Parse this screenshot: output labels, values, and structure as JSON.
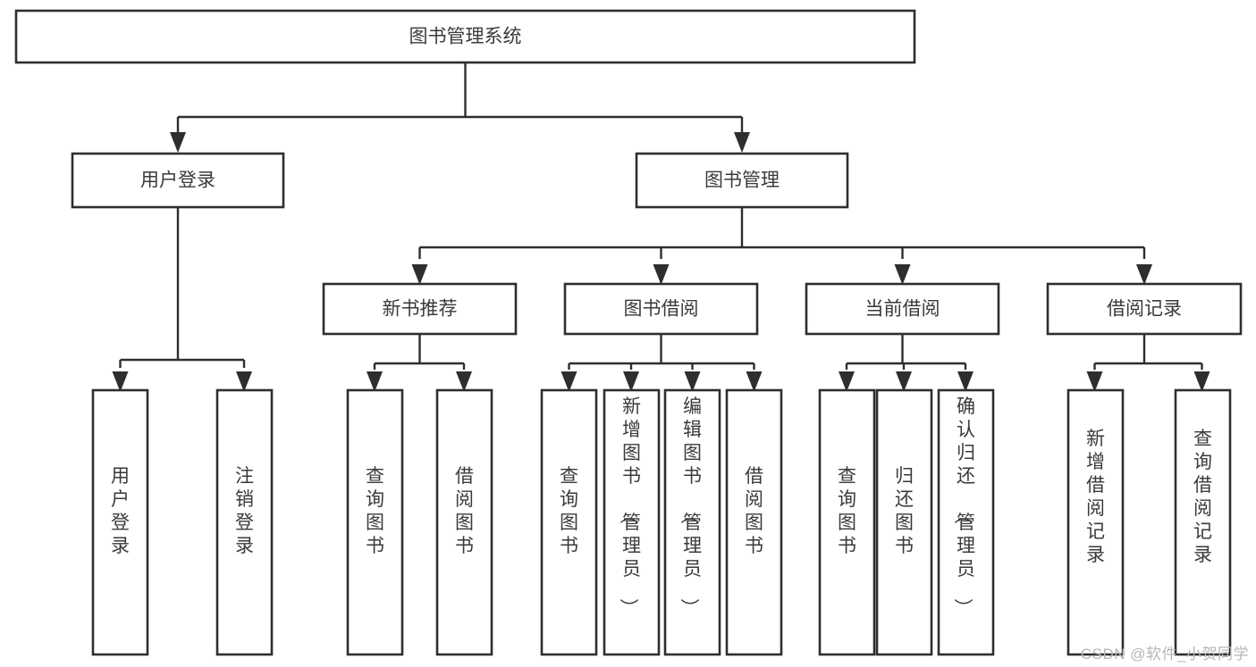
{
  "diagram": {
    "type": "tree-hierarchy-chart",
    "title": "图书管理系统",
    "orientation": "top-down",
    "colors": {
      "box_fill": "#ffffff",
      "box_stroke": "#2e2e2e",
      "text": "#3a3a3a",
      "background": "#ffffff",
      "watermark": "#b6b6b6"
    },
    "levels": {
      "root": {
        "label": "图书管理系统"
      },
      "level2": [
        {
          "label": "用户登录"
        },
        {
          "label": "图书管理"
        }
      ],
      "level3": [
        {
          "label": "新书推荐"
        },
        {
          "label": "图书借阅"
        },
        {
          "label": "当前借阅"
        },
        {
          "label": "借阅记录"
        }
      ]
    },
    "nodes": {
      "root": "图书管理系统",
      "user_login": "用户登录",
      "book_manage": "图书管理",
      "new_book_rec": "新书推荐",
      "book_borrow": "图书借阅",
      "current_borrow": "当前借阅",
      "borrow_record": "借阅记录",
      "leaf_user_login": "用户登录",
      "leaf_logout_login": "注销登录",
      "leaf_query_book_1": "查询图书",
      "leaf_borrow_book_1": "借阅图书",
      "leaf_query_book_2": "查询图书",
      "leaf_add_book_admin": "新增图书（管理员）",
      "leaf_edit_book_admin": "编辑图书（管理员）",
      "leaf_borrow_book_2": "借阅图书",
      "leaf_query_book_3": "查询图书",
      "leaf_return_book": "归还图书",
      "leaf_confirm_return_admin": "确认归还（管理员）",
      "leaf_add_borrow_record": "新增借阅记录",
      "leaf_query_borrow_record": "查询借阅记录"
    },
    "edges": [
      {
        "from": "图书管理系统",
        "to": "用户登录"
      },
      {
        "from": "图书管理系统",
        "to": "图书管理"
      },
      {
        "from": "用户登录",
        "to": "用户登录"
      },
      {
        "from": "用户登录",
        "to": "注销登录"
      },
      {
        "from": "图书管理",
        "to": "新书推荐"
      },
      {
        "from": "图书管理",
        "to": "图书借阅"
      },
      {
        "from": "图书管理",
        "to": "当前借阅"
      },
      {
        "from": "图书管理",
        "to": "借阅记录"
      },
      {
        "from": "新书推荐",
        "to": "查询图书"
      },
      {
        "from": "新书推荐",
        "to": "借阅图书"
      },
      {
        "from": "图书借阅",
        "to": "查询图书"
      },
      {
        "from": "图书借阅",
        "to": "新增图书（管理员）"
      },
      {
        "from": "图书借阅",
        "to": "编辑图书（管理员）"
      },
      {
        "from": "图书借阅",
        "to": "借阅图书"
      },
      {
        "from": "当前借阅",
        "to": "查询图书"
      },
      {
        "from": "当前借阅",
        "to": "归还图书"
      },
      {
        "from": "当前借阅",
        "to": "确认归还（管理员）"
      },
      {
        "from": "借阅记录",
        "to": "新增借阅记录"
      },
      {
        "from": "借阅记录",
        "to": "查询借阅记录"
      }
    ]
  },
  "watermark": {
    "text": "CSDN @软件_小贺同学"
  }
}
